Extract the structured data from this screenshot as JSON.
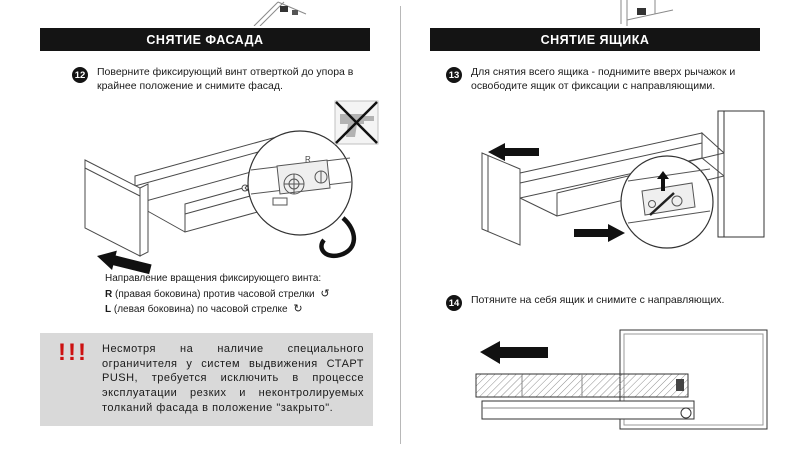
{
  "left": {
    "header": "СНЯТИЕ ФАСАДА",
    "step12": {
      "number": "12",
      "text": "Поверните фиксирующий винт отверткой до упора в крайнее положение и снимите фасад."
    },
    "rotation": {
      "title": "Направление вращения фиксирующего винта:",
      "r_label": "R",
      "r_text": "(правая боковина) против часовой стрелки",
      "r_icon": "↺",
      "l_label": "L",
      "l_text": "(левая боковина) по часовой стрелке",
      "l_icon": "↻"
    },
    "warning": {
      "marks": "!!!",
      "text": "Несмотря на наличие специального ограничителя у систем выдвижения СТАРТ PUSH, требуется исключить в процессе эксплуатации резких и неконтролируемых толканий фасада в положение \"закрыто\"."
    },
    "illustration": {
      "r_label": "R"
    }
  },
  "right": {
    "header": "СНЯТИЕ ЯЩИКА",
    "step13": {
      "number": "13",
      "text": "Для снятия всего ящика - поднимите вверх рычажок и освободите ящик от фиксации с направляющими."
    },
    "step14": {
      "number": "14",
      "text": "Потяните на себя ящик и снимите с направляющих."
    }
  },
  "colors": {
    "header_bg": "#141414",
    "warning_bg": "#d9d9d9",
    "warning_accent": "#cc1111"
  }
}
